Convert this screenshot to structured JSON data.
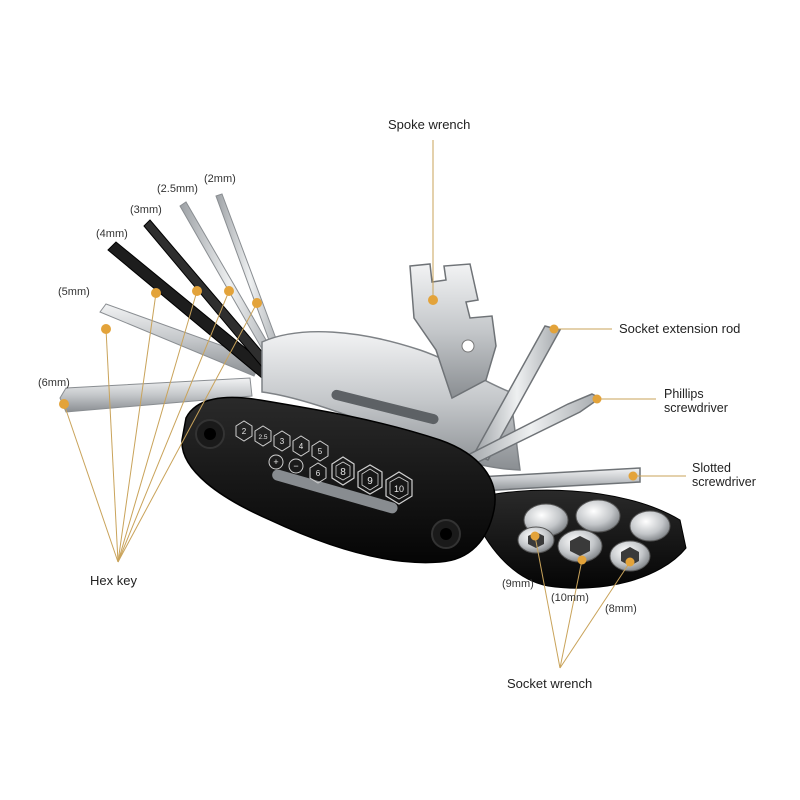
{
  "colors": {
    "leader": "#c9a35a",
    "dot": "#e3a33a",
    "steel_light": "#e2e4e6",
    "steel_mid": "#b3b7bb",
    "steel_dark": "#6d7175",
    "black_body": "#141414",
    "text": "#222222"
  },
  "labels": {
    "spoke_wrench": "Spoke wrench",
    "socket_extension_rod": "Socket extension rod",
    "phillips_line1": "Phillips",
    "phillips_line2": "screwdriver",
    "slotted_line1": "Slotted",
    "slotted_line2": "screwdriver",
    "hex_key": "Hex key",
    "socket_wrench": "Socket wrench"
  },
  "hex_sizes": [
    "(2mm)",
    "(2.5mm)",
    "(3mm)",
    "(4mm)",
    "(5mm)",
    "(6mm)"
  ],
  "socket_sizes": [
    "(9mm)",
    "(10mm)",
    "(8mm)"
  ],
  "body_markings": {
    "row1": [
      "2",
      "2.5",
      "3",
      "4",
      "5"
    ],
    "row2": [
      "+",
      "−",
      "6",
      "8",
      "9",
      "10"
    ]
  }
}
